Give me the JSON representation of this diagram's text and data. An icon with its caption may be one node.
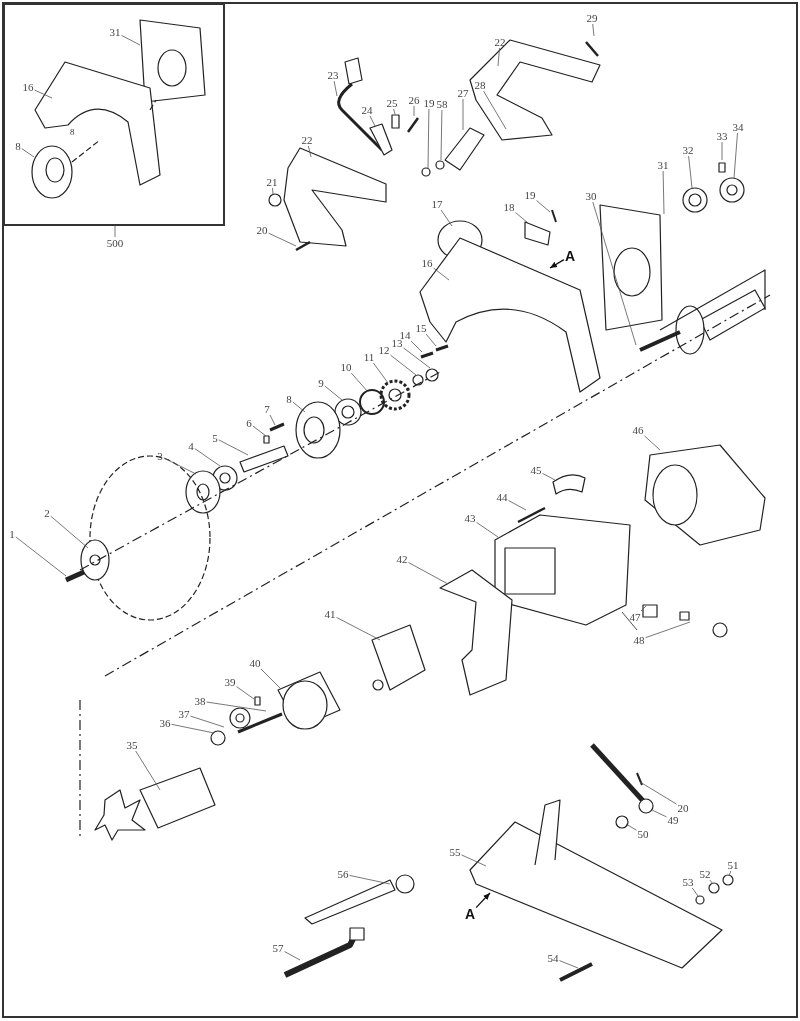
{
  "diagram": {
    "nodes": [
      {
        "text": [],
        "shape": "box"
      },
      {
        "text": [
          "31"
        ],
        "in": 0
      },
      {
        "text": [
          "16"
        ],
        "in": 0
      },
      {
        "text": [
          "8"
        ],
        "in": 0
      },
      {
        "text": [
          "500"
        ]
      },
      {
        "text": [
          "29"
        ]
      },
      {
        "text": [
          "22"
        ]
      },
      {
        "text": [
          "23"
        ]
      },
      {
        "text": [
          "24"
        ]
      },
      {
        "text": [
          "25"
        ]
      },
      {
        "text": [
          "26"
        ]
      },
      {
        "text": [
          "19"
        ]
      },
      {
        "text": [
          "58"
        ]
      },
      {
        "text": [
          "27"
        ]
      },
      {
        "text": [
          "28"
        ]
      },
      {
        "text": [
          "22"
        ]
      },
      {
        "text": [
          "21"
        ]
      },
      {
        "text": [
          "20"
        ]
      },
      {
        "text": [
          "17"
        ]
      },
      {
        "text": [
          "19"
        ]
      },
      {
        "text": [
          "18"
        ]
      },
      {
        "text": [
          "A"
        ]
      },
      {
        "text": [
          "16"
        ]
      },
      {
        "text": [
          "30"
        ]
      },
      {
        "text": [
          "31"
        ]
      },
      {
        "text": [
          "32"
        ]
      },
      {
        "text": [
          "33"
        ]
      },
      {
        "text": [
          "34"
        ]
      },
      {
        "text": [
          "15"
        ]
      },
      {
        "text": [
          "14"
        ]
      },
      {
        "text": [
          "13"
        ]
      },
      {
        "text": [
          "12"
        ]
      },
      {
        "text": [
          "11"
        ]
      },
      {
        "text": [
          "10"
        ]
      },
      {
        "text": [
          "9"
        ]
      },
      {
        "text": [
          "8"
        ]
      },
      {
        "text": [
          "7"
        ]
      },
      {
        "text": [
          "6"
        ]
      },
      {
        "text": [
          "5"
        ]
      },
      {
        "text": [
          "4"
        ]
      },
      {
        "text": [
          "3"
        ]
      },
      {
        "text": [
          "2"
        ]
      },
      {
        "text": [
          "1"
        ]
      },
      {
        "text": [
          "46"
        ]
      },
      {
        "text": [
          "45"
        ]
      },
      {
        "text": [
          "44"
        ]
      },
      {
        "text": [
          "43"
        ]
      },
      {
        "text": [
          "42"
        ]
      },
      {
        "text": [
          "41"
        ]
      },
      {
        "text": [
          "47"
        ]
      },
      {
        "text": [
          "48"
        ]
      },
      {
        "text": [
          "40"
        ]
      },
      {
        "text": [
          "39"
        ]
      },
      {
        "text": [
          "38"
        ]
      },
      {
        "text": [
          "37"
        ]
      },
      {
        "text": [
          "36"
        ]
      },
      {
        "text": [
          "35"
        ]
      },
      {
        "text": [
          "20"
        ]
      },
      {
        "text": [
          "49"
        ]
      },
      {
        "text": [
          "50"
        ]
      },
      {
        "text": [
          "55"
        ]
      },
      {
        "text": [
          "51"
        ]
      },
      {
        "text": [
          "52"
        ]
      },
      {
        "text": [
          "53"
        ]
      },
      {
        "text": [
          "56"
        ]
      },
      {
        "text": [
          "57"
        ]
      },
      {
        "text": [
          "54"
        ]
      },
      {
        "text": [
          "A"
        ]
      }
    ],
    "edges": [
      {
        "from": 1,
        "to": null,
        "arrow": "none"
      },
      {
        "from": 2,
        "to": null,
        "arrow": "none"
      },
      {
        "from": 3,
        "to": null,
        "arrow": "none"
      },
      {
        "from": 4,
        "to": 0,
        "arrow": "none"
      },
      {
        "from": 5,
        "to": null,
        "arrow": "none"
      },
      {
        "from": 6,
        "to": null,
        "arrow": "none"
      },
      {
        "from": 7,
        "to": null,
        "arrow": "none"
      },
      {
        "from": 8,
        "to": null,
        "arrow": "none"
      },
      {
        "from": 9,
        "to": null,
        "arrow": "none"
      },
      {
        "from": 10,
        "to": null,
        "arrow": "none"
      },
      {
        "from": 11,
        "to": null,
        "arrow": "none"
      },
      {
        "from": 12,
        "to": null,
        "arrow": "none"
      },
      {
        "from": 13,
        "to": null,
        "arrow": "none"
      },
      {
        "from": 14,
        "to": null,
        "arrow": "none"
      },
      {
        "from": 15,
        "to": null,
        "arrow": "none"
      },
      {
        "from": 16,
        "to": null,
        "arrow": "none"
      },
      {
        "from": 17,
        "to": null,
        "arrow": "none"
      },
      {
        "from": 18,
        "to": null,
        "arrow": "none"
      },
      {
        "from": 19,
        "to": null,
        "arrow": "none"
      },
      {
        "from": 20,
        "to": null,
        "arrow": "none"
      },
      {
        "from": 21,
        "to": null,
        "arrow": "to"
      },
      {
        "from": 22,
        "to": null,
        "arrow": "none"
      },
      {
        "from": 23,
        "to": null,
        "arrow": "none"
      },
      {
        "from": 24,
        "to": null,
        "arrow": "none"
      },
      {
        "from": 25,
        "to": null,
        "arrow": "none"
      },
      {
        "from": 26,
        "to": null,
        "arrow": "none"
      },
      {
        "from": 27,
        "to": null,
        "arrow": "none"
      },
      {
        "from": 28,
        "to": null,
        "arrow": "none"
      },
      {
        "from": 29,
        "to": null,
        "arrow": "none"
      },
      {
        "from": 30,
        "to": null,
        "arrow": "none"
      },
      {
        "from": 31,
        "to": null,
        "arrow": "none"
      },
      {
        "from": 32,
        "to": null,
        "arrow": "none"
      },
      {
        "from": 33,
        "to": null,
        "arrow": "none"
      },
      {
        "from": 34,
        "to": null,
        "arrow": "none"
      },
      {
        "from": 35,
        "to": null,
        "arrow": "none"
      },
      {
        "from": 36,
        "to": null,
        "arrow": "none"
      },
      {
        "from": 37,
        "to": null,
        "arrow": "none"
      },
      {
        "from": 38,
        "to": null,
        "arrow": "none"
      },
      {
        "from": 39,
        "to": null,
        "arrow": "none"
      },
      {
        "from": 40,
        "to": null,
        "arrow": "none"
      },
      {
        "from": 41,
        "to": null,
        "arrow": "none"
      },
      {
        "from": 42,
        "to": null,
        "arrow": "none"
      },
      {
        "from": 43,
        "to": null,
        "arrow": "none"
      },
      {
        "from": 44,
        "to": null,
        "arrow": "none"
      },
      {
        "from": 45,
        "to": null,
        "arrow": "none"
      },
      {
        "from": 46,
        "to": null,
        "arrow": "none"
      },
      {
        "from": 47,
        "to": null,
        "arrow": "none"
      },
      {
        "from": 48,
        "to": null,
        "arrow": "none"
      },
      {
        "from": 49,
        "to": null,
        "arrow": "none"
      },
      {
        "from": 50,
        "to": null,
        "arrow": "none"
      },
      {
        "from": 51,
        "to": null,
        "arrow": "none"
      },
      {
        "from": 52,
        "to": null,
        "arrow": "none"
      },
      {
        "from": 53,
        "to": null,
        "arrow": "none"
      },
      {
        "from": 54,
        "to": null,
        "arrow": "none"
      },
      {
        "from": 55,
        "to": null,
        "arrow": "none"
      },
      {
        "from": 56,
        "to": null,
        "arrow": "none"
      },
      {
        "from": 57,
        "to": null,
        "arrow": "none"
      },
      {
        "from": 58,
        "to": null,
        "arrow": "none"
      },
      {
        "from": 59,
        "to": null,
        "arrow": "none"
      },
      {
        "from": 60,
        "to": null,
        "arrow": "none"
      },
      {
        "from": 61,
        "to": null,
        "arrow": "none"
      },
      {
        "from": 62,
        "to": null,
        "arrow": "none"
      },
      {
        "from": 63,
        "to": null,
        "arrow": "none"
      },
      {
        "from": 64,
        "to": null,
        "arrow": "none"
      },
      {
        "from": 65,
        "to": null,
        "arrow": "none"
      },
      {
        "from": 66,
        "to": null,
        "arrow": "none"
      },
      {
        "from": 67,
        "to": null,
        "arrow": "to"
      }
    ],
    "labels": [
      "8"
    ]
  }
}
